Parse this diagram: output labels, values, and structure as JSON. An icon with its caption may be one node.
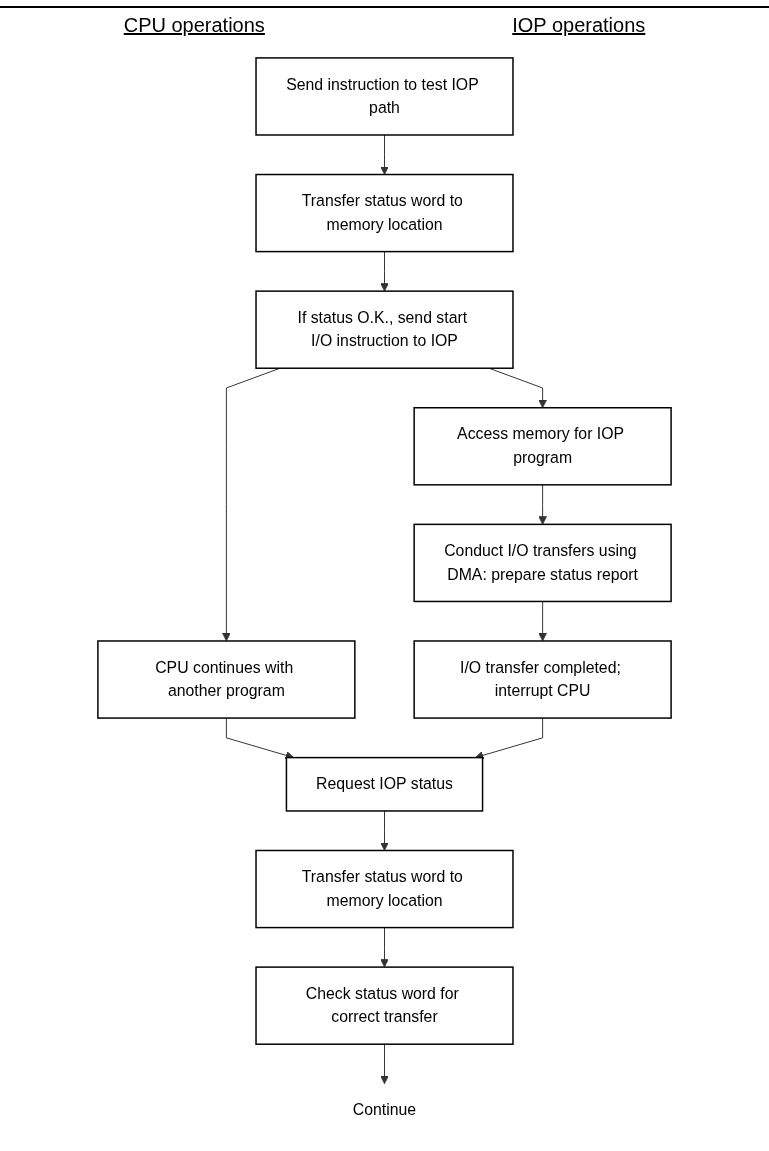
{
  "diagram": {
    "nodes": [
      {
        "text": [
          "Send instruction to test IOP path"
        ]
      },
      {
        "text": [
          "Transfer status word to memory location"
        ]
      },
      {
        "text": [
          "If status O.K., send start I/O instruction to IOP"
        ]
      },
      {
        "text": [
          "Access memory for IOP program"
        ]
      },
      {
        "text": [
          "CPU continues with another program"
        ]
      },
      {
        "text": [
          "Conduct I/O transfers using DMA: prepare status report"
        ]
      },
      {
        "text": [
          "I/O transfer completed; interrupt CPU"
        ]
      },
      {
        "text": [
          "Request IOP status"
        ]
      },
      {
        "text": [
          "Transfer status word to memory location"
        ]
      },
      {
        "text": [
          "Check status word for correct transfer"
        ]
      },
      {
        "text": [
          "Continue"
        ]
      }
    ],
    "edges": [
      {
        "from": 0,
        "to": 1,
        "arrow": "to"
      },
      {
        "from": 1,
        "to": 2,
        "arrow": "to"
      },
      {
        "from": 2,
        "to": 3,
        "arrow": "to"
      },
      {
        "from": 2,
        "to": 4,
        "arrow": "to"
      },
      {
        "from": 3,
        "to": 5,
        "arrow": "to"
      },
      {
        "from": 5,
        "to": 6,
        "arrow": "to"
      },
      {
        "from": 4,
        "to": 7,
        "arrow": "to"
      },
      {
        "from": 6,
        "to": 7,
        "arrow": "to"
      },
      {
        "from": 7,
        "to": 8,
        "arrow": "to"
      },
      {
        "from": 8,
        "to": 9,
        "arrow": "to"
      },
      {
        "from": 9,
        "to": 10,
        "arrow": "to"
      }
    ],
    "labels": [
      "CPU operations",
      "IOP operations"
    ]
  }
}
